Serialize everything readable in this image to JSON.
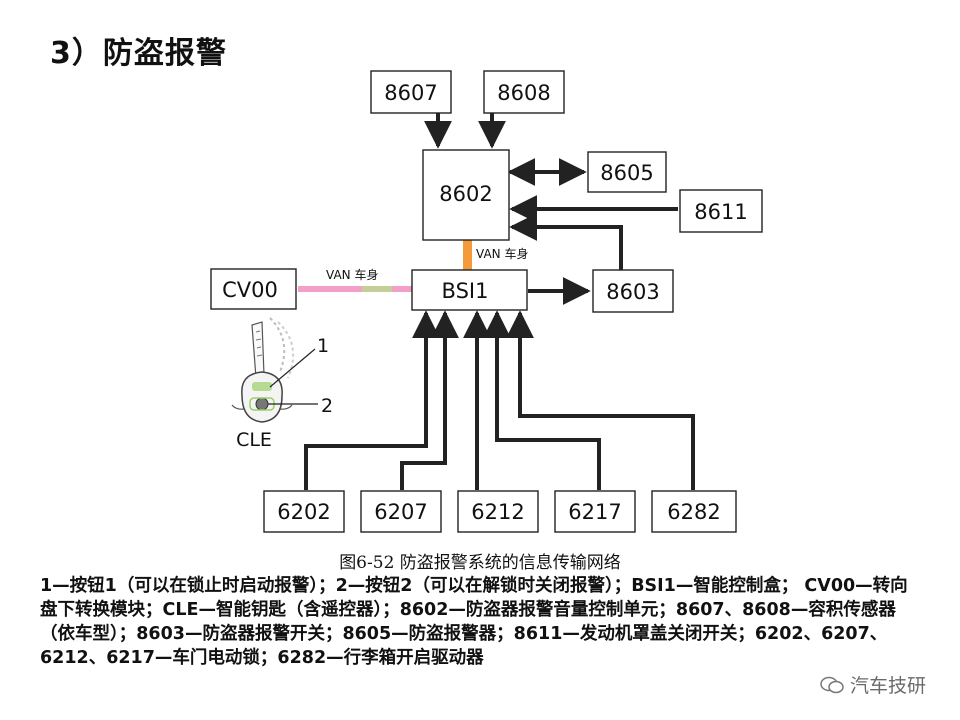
{
  "title": "3）防盗报警",
  "colors": {
    "van_body": "#f39a3a",
    "van_wheel": "#f2a0c8",
    "arrow": "#222222"
  },
  "nodes": {
    "n8607": "8607",
    "n8608": "8608",
    "n8602": "8602",
    "n8605": "8605",
    "n8611": "8611",
    "n8603": "8603",
    "bsi1": "BSI1",
    "cv00": "CV00",
    "n6202": "6202",
    "n6207": "6207",
    "n6212": "6212",
    "n6217": "6217",
    "n6282": "6282"
  },
  "bus_labels": {
    "van_body": "VAN 车身",
    "van_left": "VAN 车身"
  },
  "key": {
    "label": "CLE",
    "callout1": "1",
    "callout2": "2"
  },
  "caption": {
    "figure_title": "图6-52   防盗报警系统的信息传输网络",
    "legend": "1—按钮1（可以在锁止时启动报警）；2—按钮2（可以在解锁时关闭报警）；BSI1—智能控制盒；  CV00—转向盘下转换模块；CLE—智能钥匙（含遥控器）；8602—防盗器报警音量控制单元；8607、8608—容积传感器（依车型）；8603—防盗器报警开关；8605—防盗报警器；8611—发动机罩盖关闭开关；6202、6207、6212、6217—车门电动锁；6282—行李箱开启驱动器"
  },
  "watermark": "汽车技研"
}
